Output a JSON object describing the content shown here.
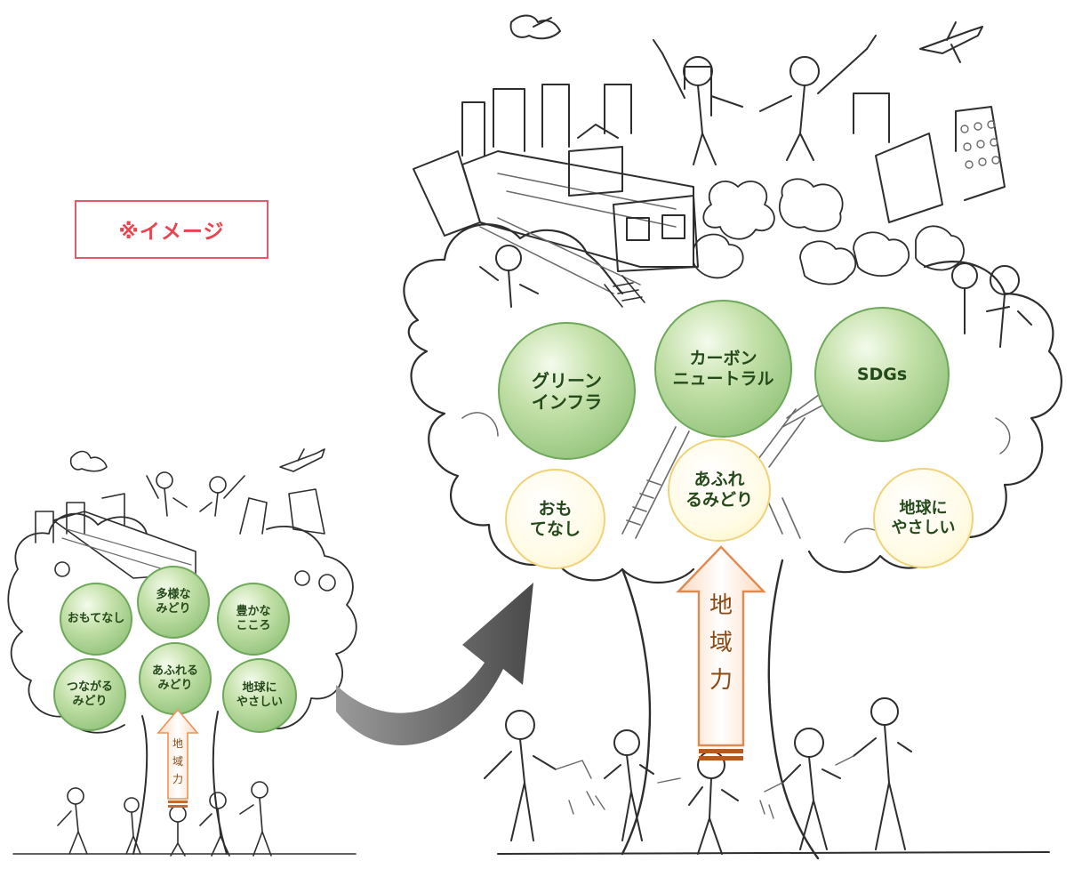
{
  "note": {
    "label": "※イメージ"
  },
  "small_tree": {
    "bubbles": [
      "おもてなし",
      "多様な\nみどり",
      "豊かな\nこころ",
      "つながる\nみどり",
      "あふれる\nみどり",
      "地球に\nやさしい"
    ],
    "power": [
      "地",
      "域",
      "力"
    ]
  },
  "large_tree": {
    "green_bubbles": [
      "グリーン\nインフラ",
      "カーボン\nニュートラル",
      "SDGs"
    ],
    "yellow_bubbles": [
      "おも\nてなし",
      "あふれ\nるみどり",
      "地球に\nやさしい"
    ],
    "power": [
      "地",
      "域",
      "力"
    ]
  },
  "colors": {
    "green": "#7fb86a",
    "yellow": "#fff2bf",
    "arrow": "#555555",
    "power_arrow": "#f2b48a",
    "note": "#e8434f"
  }
}
